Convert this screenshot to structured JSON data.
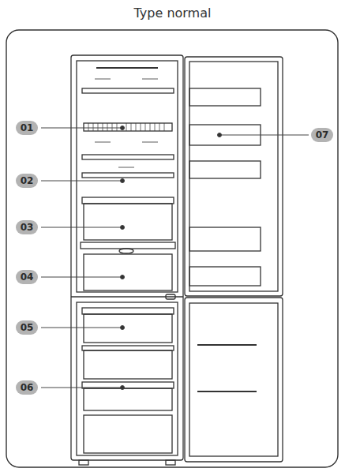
{
  "diagram": {
    "title": "Type normal",
    "labels": [
      "01",
      "02",
      "03",
      "04",
      "05",
      "06",
      "07"
    ]
  }
}
